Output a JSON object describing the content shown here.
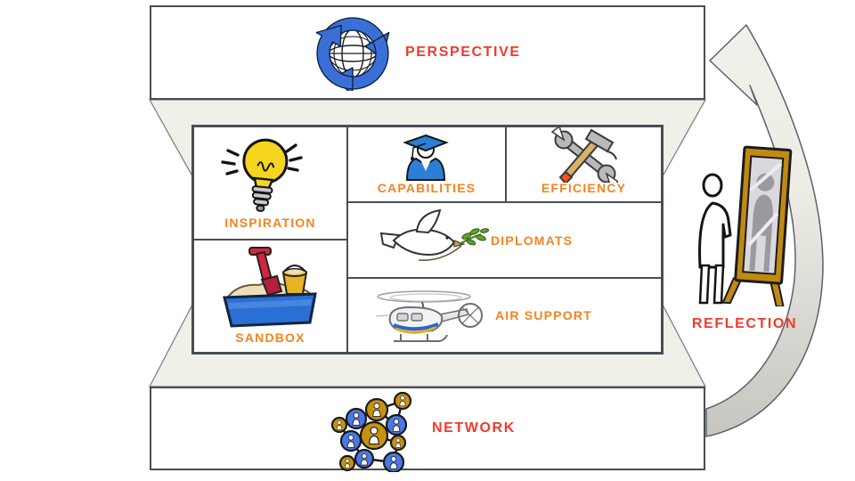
{
  "slide": {
    "perspective": {
      "label": "PERSPECTIVE",
      "icon": "globe-recycle-icon"
    },
    "grid": {
      "inspiration": {
        "label": "INSPIRATION",
        "icon": "lightbulb-icon"
      },
      "sandbox": {
        "label": "SANDBOX",
        "icon": "sandbox-icon"
      },
      "capabilities": {
        "label": "CAPABILITIES",
        "icon": "graduate-icon"
      },
      "efficiency": {
        "label": "EFFICIENCY",
        "icon": "wrench-hammer-icon"
      },
      "diplomats": {
        "label": "DIPLOMATS",
        "icon": "dove-olive-branch-icon"
      },
      "air_support": {
        "label": "AIR SUPPORT",
        "icon": "helicopter-icon"
      }
    },
    "reflection": {
      "label": "REFLECTION",
      "icon": "mirror-person-icon"
    },
    "network": {
      "label": "NETWORK",
      "icon": "people-network-icon"
    },
    "colors": {
      "primary_label": "#F1392C",
      "secondary_label": "#F5831F",
      "panel_fill": "#F0EFE8",
      "box_border": "#484E55",
      "arrow_gray": "#C8C7C2",
      "accent_blue": "#3A70D6",
      "accent_gold": "#C8920F"
    }
  }
}
